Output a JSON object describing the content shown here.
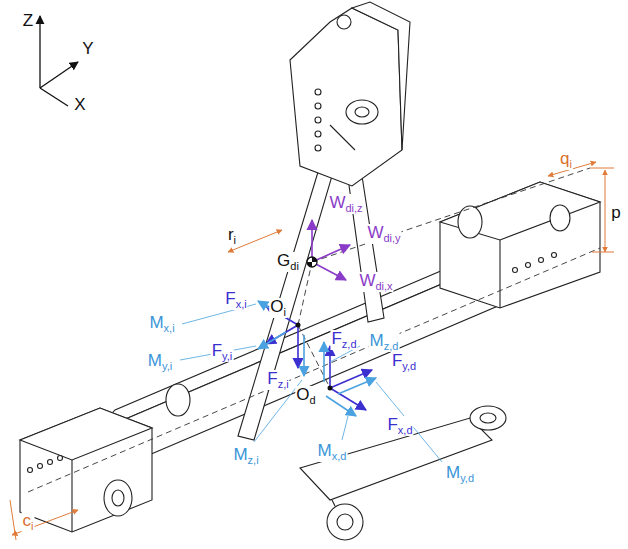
{
  "diagram": {
    "labels": [
      "Z",
      "Y",
      "X",
      "qi",
      "p",
      "ri",
      "Wdi,z",
      "Wdi,y",
      "Gdi",
      "Wdi,x",
      "Mx,i",
      "Fx,i",
      "Oi",
      "Fz,d",
      "Mz,d",
      "My,i",
      "Fy,i",
      "Fy,d",
      "Od",
      "Fz,i",
      "Mx,d",
      "Mz,i",
      "Fx,d",
      "My,d",
      "ci"
    ]
  }
}
